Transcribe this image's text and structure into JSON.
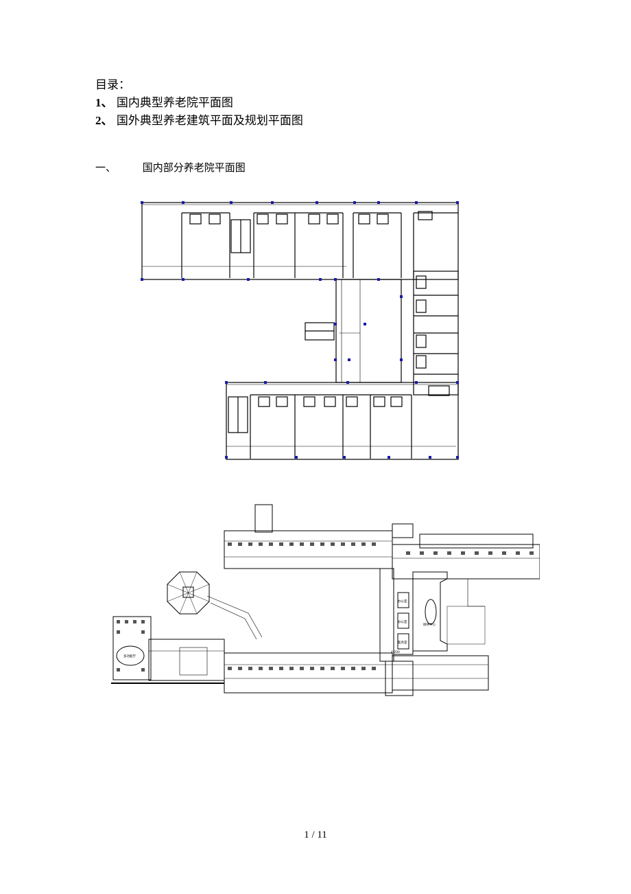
{
  "toc": {
    "heading": "目录：",
    "items": [
      {
        "num": "1、",
        "text": "国内典型养老院平面图"
      },
      {
        "num": "2、",
        "text": "国外典型养老建筑平面及规划平面图"
      }
    ]
  },
  "section": {
    "num": "一、",
    "title": "国内部分养老院平面图"
  },
  "plan2_labels": {
    "room1": "办公室",
    "room2": "办公室",
    "room3": "医务室",
    "hall": "接待中心",
    "level": "4.200",
    "pavilion": "多功能厅"
  },
  "footer": {
    "page": "1 / 11"
  }
}
